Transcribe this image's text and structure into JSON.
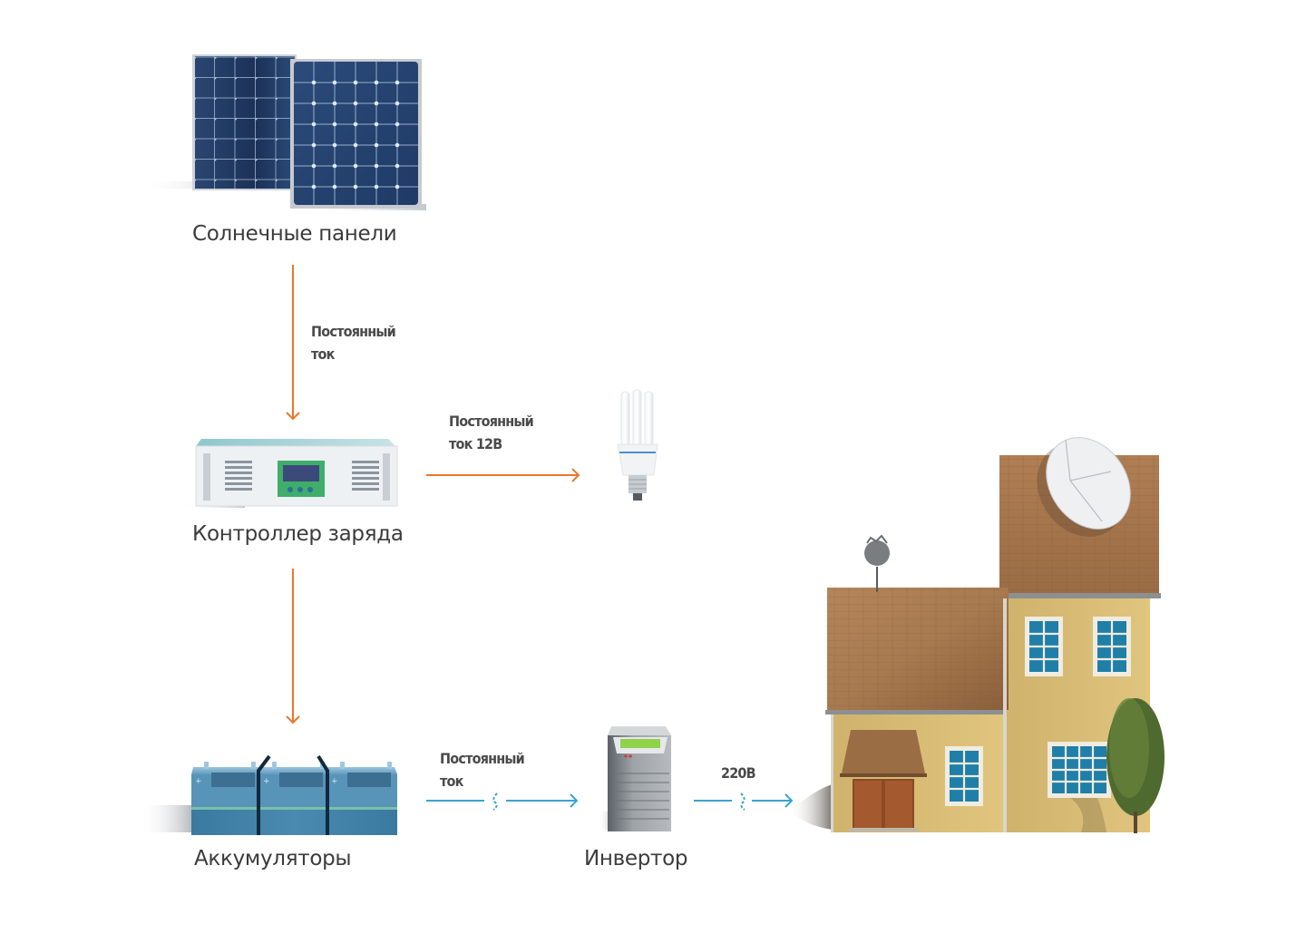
{
  "diagram": {
    "nodes": {
      "solar_panels": {
        "label": "Солнечные панели"
      },
      "charge_controller": {
        "label": "Контроллер заряда"
      },
      "lamp": {
        "label": ""
      },
      "batteries": {
        "label": "Аккумуляторы"
      },
      "inverter": {
        "label": "Инвертор"
      },
      "house": {
        "label": ""
      }
    },
    "edges": {
      "panels_to_controller": {
        "label": "Постоянный\nток",
        "type": "DC"
      },
      "controller_to_lamp": {
        "label": "Постоянный\nток 12В",
        "type": "DC"
      },
      "controller_to_batteries": {
        "label": "",
        "type": "DC"
      },
      "batteries_to_inverter": {
        "label": "Постоянный\nток",
        "type": "DC"
      },
      "inverter_to_house": {
        "label": "220В",
        "type": "AC"
      }
    },
    "colors": {
      "dc_arrow": "#e8782a",
      "ac_arrow": "#3aa3d0",
      "label_text": "#3b3b3b",
      "panel_blue": "#23406b",
      "battery_blue": "#3f7fa3",
      "house_wall": "#dcc07a",
      "roof": "#a8764a",
      "window_glass": "#1f7fa8"
    }
  }
}
